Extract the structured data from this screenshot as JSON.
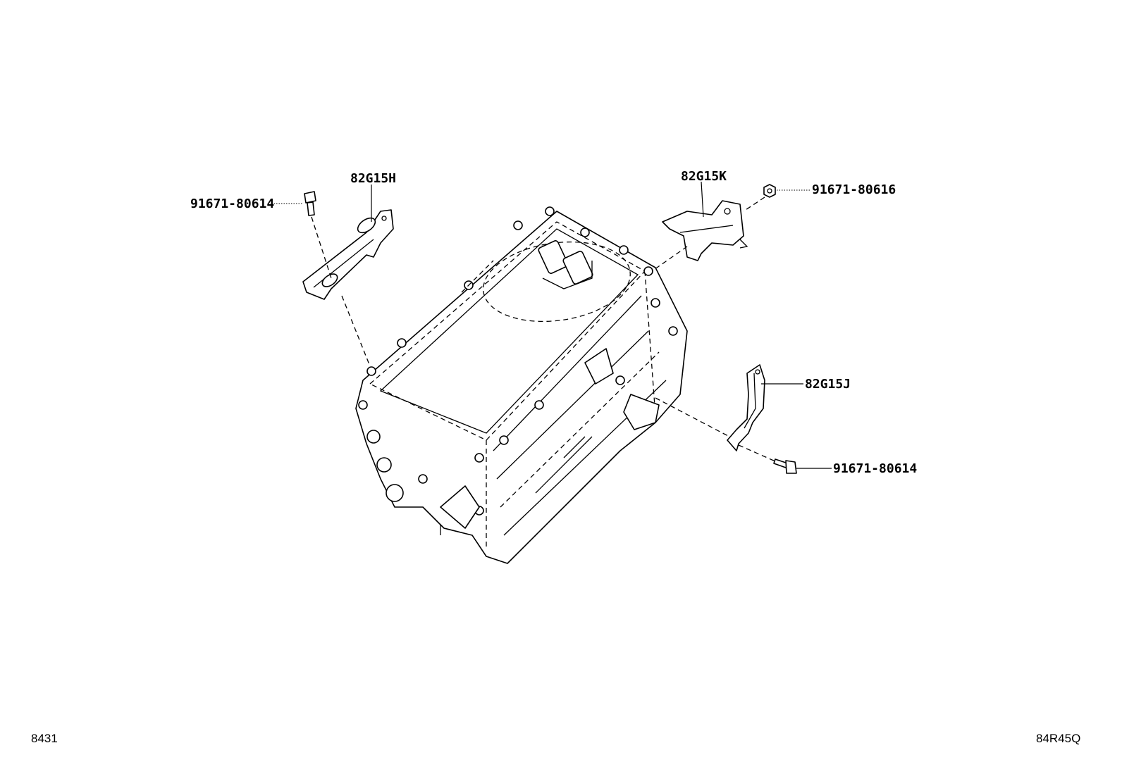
{
  "callouts": {
    "bracket_left": "82G15H",
    "bolt_left": "91671-80614",
    "bracket_top_right": "82G15K",
    "nut_top_right": "91671-80616",
    "bracket_right": "82G15J",
    "bolt_bottom_right": "91671-80614"
  },
  "footer": {
    "left_code": "8431",
    "right_code": "84R45Q"
  }
}
